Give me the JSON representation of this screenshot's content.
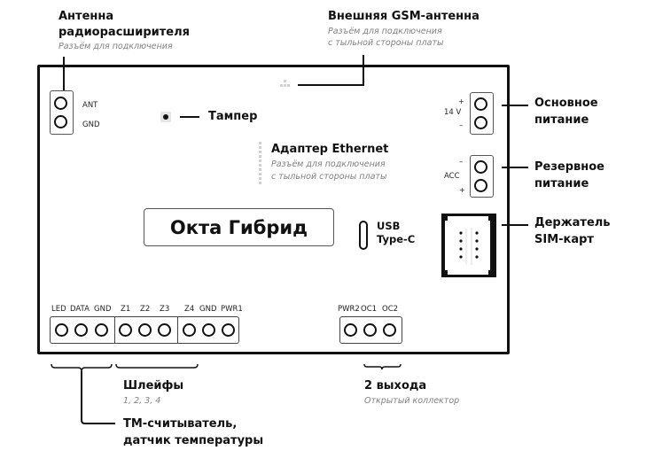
{
  "device": {
    "name": "Окта Гибрид"
  },
  "callouts": {
    "radio_antenna": {
      "title_line1": "Антенна",
      "title_line2": "радиорасширителя",
      "subtitle": "Разъём для подключения",
      "pins": [
        "ANT",
        "GND"
      ]
    },
    "gsm_antenna": {
      "title": "Внешняя GSM-антенна",
      "subtitle_line1": "Разъём для подключения",
      "subtitle_line2": "с тыльной стороны платы"
    },
    "tamper": {
      "title": "Тампер"
    },
    "ethernet": {
      "title": "Адаптер Ethernet",
      "subtitle_line1": "Разъём для подключения",
      "subtitle_line2": "с тыльной стороны платы"
    },
    "main_power": {
      "title_line1": "Основное",
      "title_line2": "питание",
      "voltage": "14 V",
      "plus": "+",
      "minus": "–"
    },
    "backup_power": {
      "title_line1": "Резервное",
      "title_line2": "питание",
      "label": "ACC",
      "minus": "–",
      "plus": "+"
    },
    "sim": {
      "title_line1": "Держатель",
      "title_line2": "SIM-карт"
    },
    "usb": {
      "line1": "USB",
      "line2": "Type-C"
    },
    "loops": {
      "title": "Шлейфы",
      "subtitle": "1, 2, 3, 4"
    },
    "tm_reader": {
      "title_line1": "ТМ-считыватель,",
      "title_line2": "датчик температуры"
    },
    "outputs": {
      "title": "2 выхода",
      "subtitle": "Открытый коллектор"
    }
  },
  "terminals": {
    "left_block": [
      "LED",
      "DATA",
      "GND",
      "Z1",
      "Z2",
      "Z3",
      "Z4",
      "GND",
      "PWR1"
    ],
    "right_block": [
      "PWR2",
      "OC1",
      "OC2"
    ]
  }
}
